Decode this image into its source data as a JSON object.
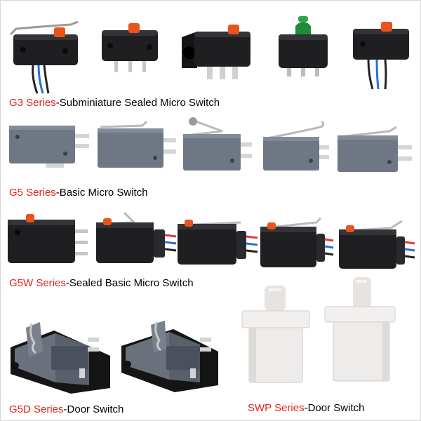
{
  "colors": {
    "series_red": "#e2231a",
    "housing_black": "#1f1f22",
    "housing_grey": "#6f7784",
    "actuator_orange": "#e8541c",
    "actuator_green": "#1e8a3a",
    "housing_white": "#eeeceb"
  },
  "sections": [
    {
      "series": "G3 Series",
      "description": "-Subminiature Sealed Micro Switch"
    },
    {
      "series": "G5 Series",
      "description": "-Basic Micro Switch"
    },
    {
      "series": "G5W Series",
      "description": "-Sealed Basic Micro Switch"
    },
    {
      "series": "G5D Series",
      "description": "-Door Switch"
    },
    {
      "series": "SWP Series",
      "description": "-Door Switch"
    }
  ]
}
